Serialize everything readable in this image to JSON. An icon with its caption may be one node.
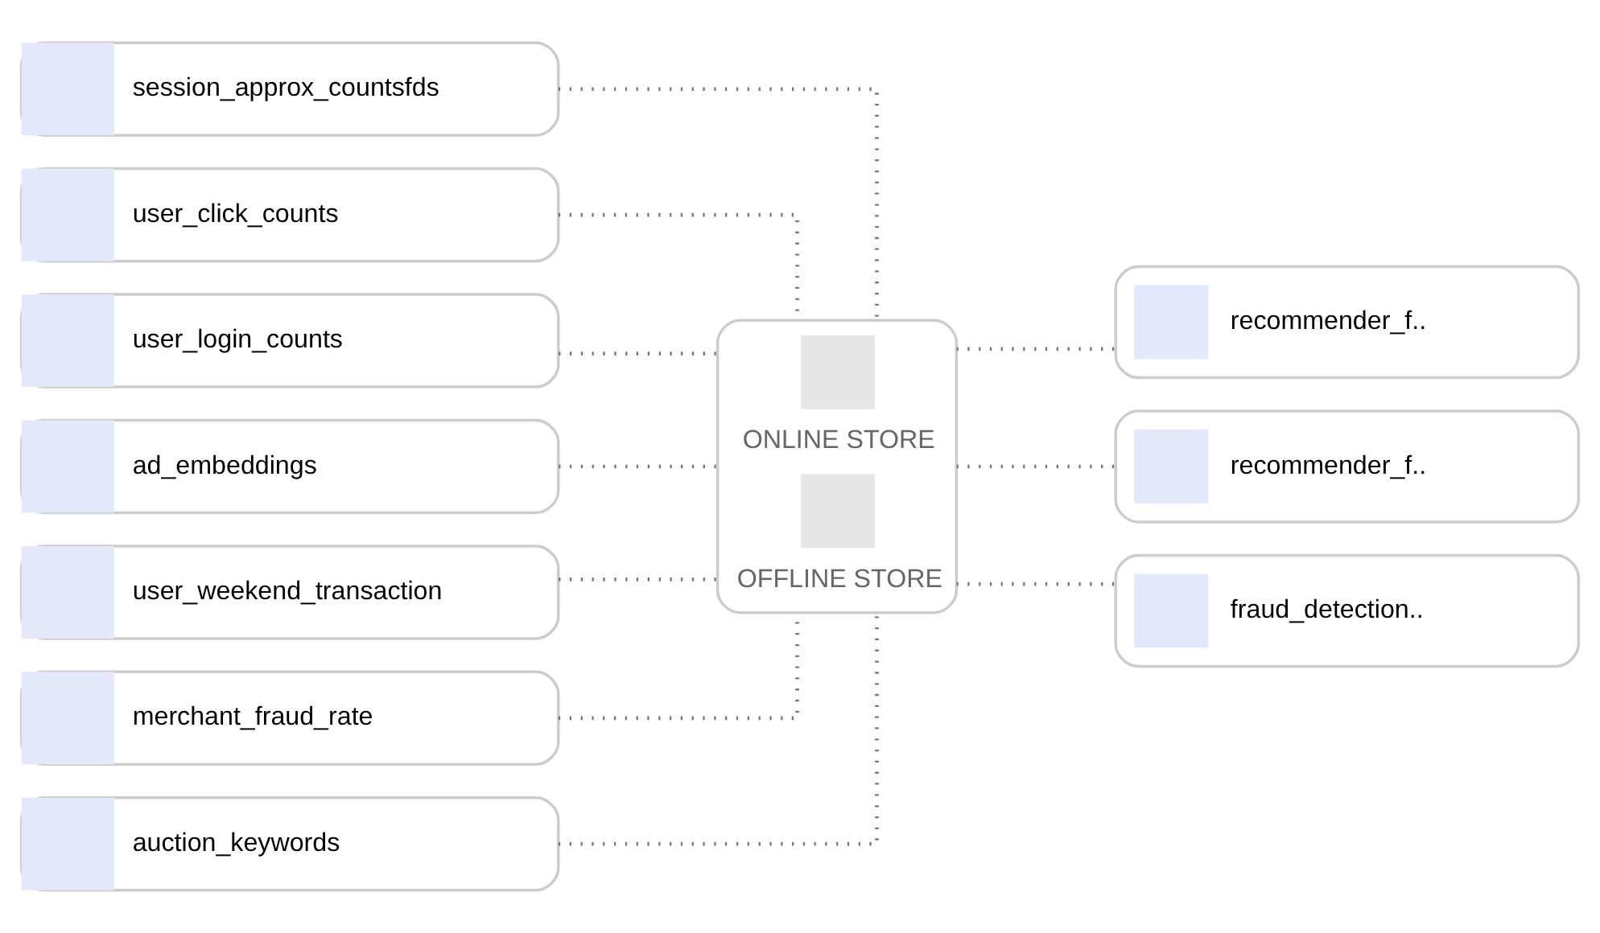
{
  "diagram": {
    "nodes": [
      {
        "text": [
          "session_approx_countsfds"
        ]
      },
      {
        "text": [
          "user_click_counts"
        ]
      },
      {
        "text": [
          "user_login_counts"
        ]
      },
      {
        "text": [
          "ad_embeddings"
        ]
      },
      {
        "text": [
          "user_weekend_transaction"
        ]
      },
      {
        "text": [
          "merchant_fraud_rate"
        ]
      },
      {
        "text": [
          "auction_keywords"
        ]
      },
      {
        "text": [
          "ONLINE STORE",
          "OFFLINE STORE"
        ]
      },
      {
        "text": [
          "recommender_f.."
        ]
      },
      {
        "text": [
          "recommender_f.."
        ]
      },
      {
        "text": [
          "fraud_detection.."
        ]
      }
    ],
    "edges": [
      {
        "from": 0,
        "to": 7,
        "arrow": "none",
        "style": "dashed"
      },
      {
        "from": 1,
        "to": 7,
        "arrow": "none",
        "style": "dashed"
      },
      {
        "from": 2,
        "to": 7,
        "arrow": "none",
        "style": "dashed"
      },
      {
        "from": 3,
        "to": 7,
        "arrow": "none",
        "style": "dashed"
      },
      {
        "from": 4,
        "to": 7,
        "arrow": "none",
        "style": "dashed"
      },
      {
        "from": 5,
        "to": 7,
        "arrow": "none",
        "style": "dashed"
      },
      {
        "from": 6,
        "to": 7,
        "arrow": "none",
        "style": "dashed"
      },
      {
        "from": 7,
        "to": 8,
        "arrow": "none",
        "style": "dashed"
      },
      {
        "from": 7,
        "to": 9,
        "arrow": "none",
        "style": "dashed"
      },
      {
        "from": 7,
        "to": 10,
        "arrow": "none",
        "style": "dashed"
      }
    ]
  }
}
